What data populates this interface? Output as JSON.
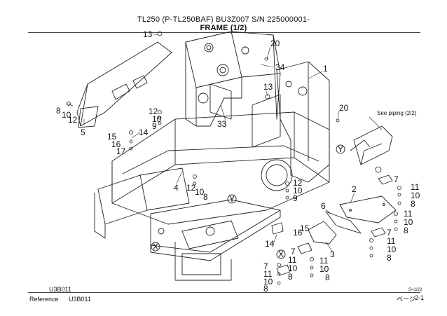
{
  "header": {
    "title_line1": "TL250 (P-TL250BAF) BU3Z007 S/N 225000001-",
    "title_line2": "FRAME (1/2)"
  },
  "callouts": [
    "13",
    "20",
    "34",
    "1",
    "13",
    "20",
    "33",
    "12",
    "10",
    "9",
    "8",
    "10",
    "12",
    "5",
    "15",
    "14",
    "16",
    "17",
    "4",
    "12",
    "10",
    "8",
    "6",
    "2",
    "7",
    "11",
    "10",
    "8",
    "11",
    "10",
    "8",
    "7",
    "11",
    "10",
    "8",
    "15",
    "16",
    "14",
    "3",
    "7",
    "11",
    "10",
    "8",
    "7",
    "11",
    "10",
    "8",
    "11",
    "10",
    "8",
    "12",
    "10",
    "9"
  ],
  "notes": {
    "see_piping": "See piping (2/2)",
    "ref_y1": "Y",
    "ref_y2": "Y",
    "ref_x1": "X",
    "ref_x2": "X"
  },
  "footer": {
    "code_lower": "U3B011",
    "scale": "S=1/23",
    "reference_label": "Reference",
    "reference_code": "U3B011",
    "page_label": "ページ",
    "page_number": "2-1"
  }
}
